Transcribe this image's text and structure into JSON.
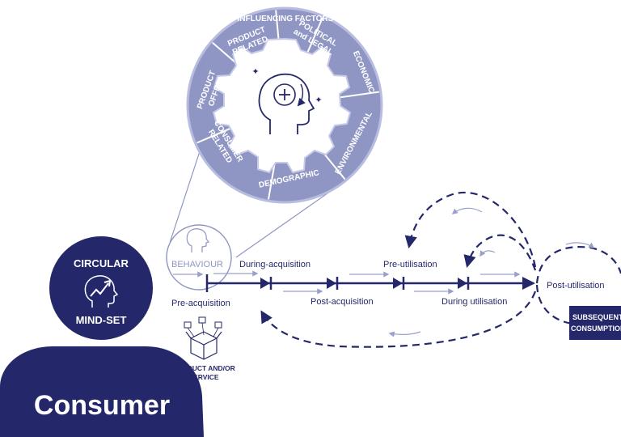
{
  "colors": {
    "navy": "#24286a",
    "periwinkle": "#8f96c4",
    "light": "#c7cbe6",
    "pale": "#e7e9f5",
    "arrow_light": "#9aa0cc"
  },
  "factors": {
    "title": "INFLUENCING FACTORS",
    "items": [
      {
        "line1": "PRODUCT",
        "line2": "RELATED"
      },
      {
        "line1": "POLITICAL",
        "line2": "and LEGAL"
      },
      {
        "line1": "ECONOMIC",
        "line2": ""
      },
      {
        "line1": "ENVIRONMENTAL",
        "line2": ""
      },
      {
        "line1": "DEMOGRAPHIC",
        "line2": ""
      },
      {
        "line1": "CONSUMER",
        "line2": "RELATED"
      },
      {
        "line1": "PRODUCT",
        "line2": "OFFER"
      }
    ]
  },
  "behaviour_label": "BEHAVIOUR",
  "mindset": {
    "line1": "CIRCULAR",
    "line2": "MIND-SET"
  },
  "consumer_label": "Consumer",
  "stages": {
    "pre_acquisition": "Pre-acquisition",
    "during_acquisition": "During-acquisition",
    "post_acquisition": "Post-acquisition",
    "pre_utilisation": "Pre-utilisation",
    "during_utilisation": "During utilisation",
    "post_utilisation": "Post-utilisation"
  },
  "product_label": {
    "line1": "PRODUCT AND/OR",
    "line2": "SERVICE"
  },
  "subsequent": {
    "line1": "SUBSEQUENT",
    "line2": "CONSUMPTION"
  }
}
